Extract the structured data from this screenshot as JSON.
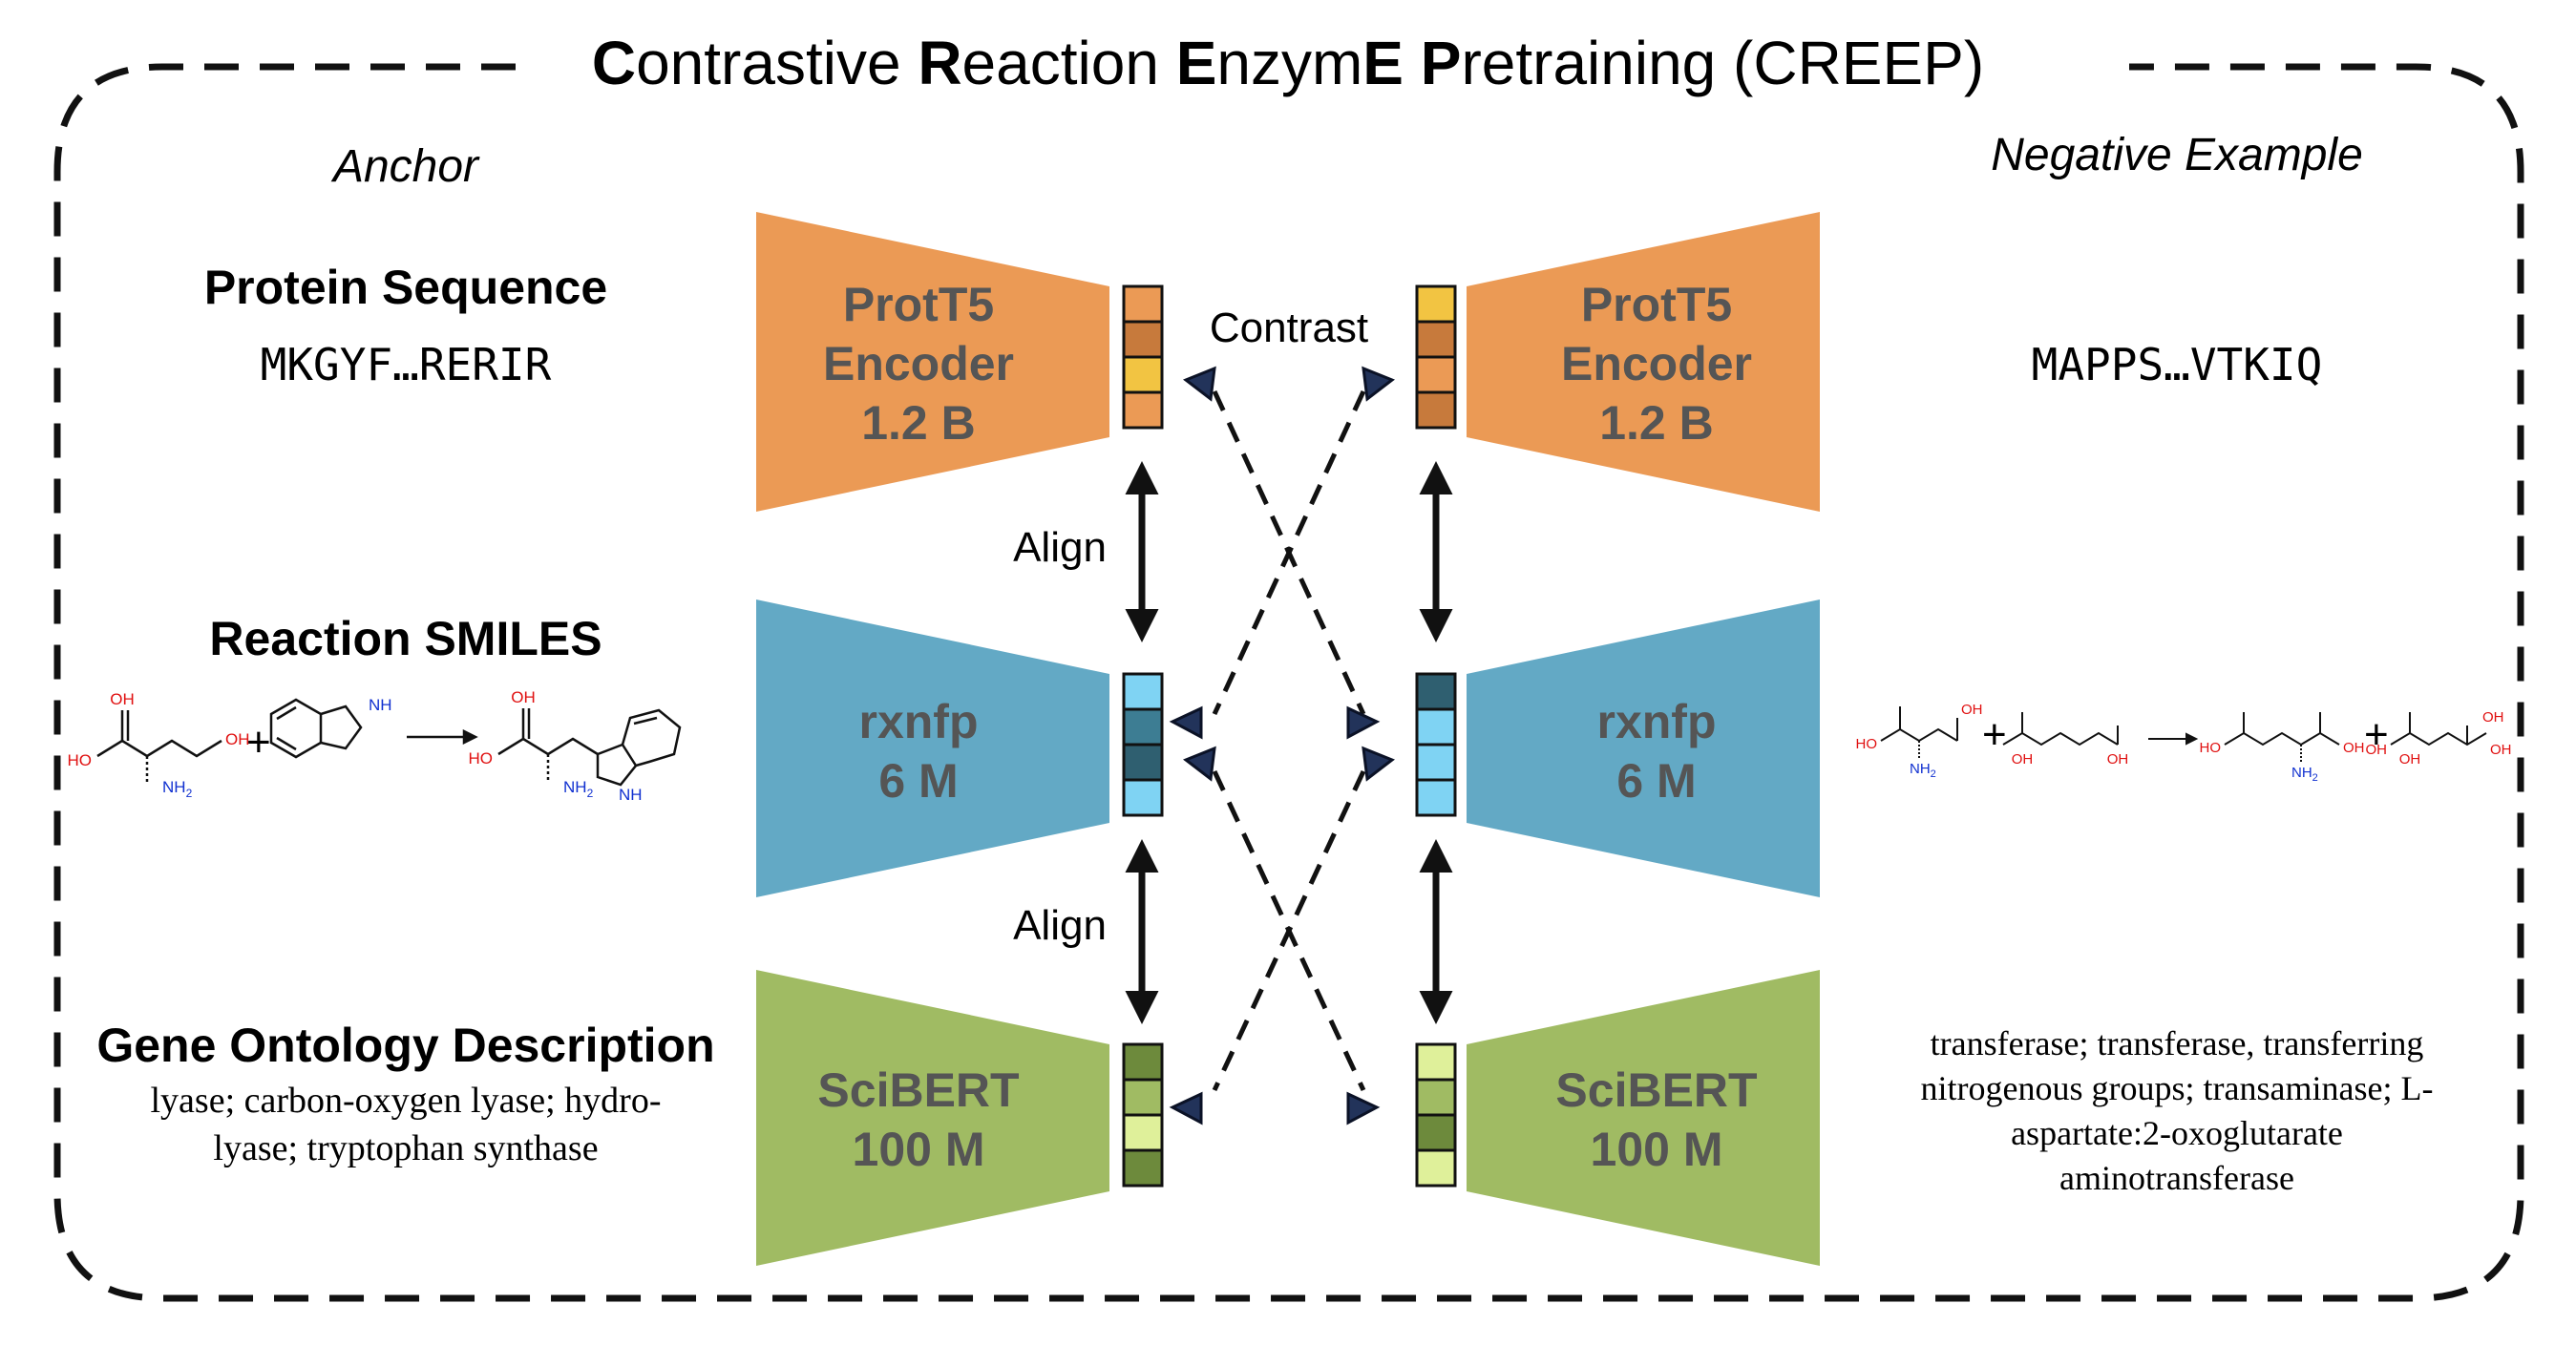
{
  "title": {
    "c1": "C",
    "r1": "ontrastive ",
    "c2": "R",
    "r2": "eaction ",
    "c3": "E",
    "r3": "nzym",
    "c4": "E",
    "r4": " ",
    "c5": "P",
    "r5": "retraining (CREEP)"
  },
  "anchor": {
    "label": "Anchor",
    "protein_title": "Protein Sequence",
    "protein_seq": "MKGYF…RERIR",
    "reaction_title": "Reaction SMILES",
    "go_title": "Gene Ontology Description",
    "go_line1": "lyase; carbon-oxygen lyase; hydro-",
    "go_line2": "lyase; tryptophan synthase"
  },
  "negative": {
    "label": "Negative Example",
    "protein_seq": "MAPPS…VTKIQ",
    "go_line1": "transferase; transferase, transferring",
    "go_line2": "nitrogenous groups; transaminase; L-",
    "go_line3": "aspartate:2-oxoglutarate",
    "go_line4": "aminotransferase"
  },
  "encoders": {
    "protein": {
      "line1": "ProtT5",
      "line2": "Encoder",
      "line3": "1.2 B",
      "color": "#eb9a55"
    },
    "reaction": {
      "line1": "rxnfp",
      "line2": "6 M",
      "color": "#63a9c5"
    },
    "text": {
      "line1": "SciBERT",
      "line2": "100 M",
      "color": "#a0bb63"
    }
  },
  "arrows": {
    "align_top": "Align",
    "align_bottom": "Align",
    "contrast": "Contrast"
  },
  "molecules": {
    "oh": "OH",
    "ho": "HO",
    "nh2": "NH",
    "sub2": "2",
    "nh": "NH",
    "plus": "+"
  },
  "colors": {
    "protein_cells_left": [
      "#eb9a55",
      "#c77a3c",
      "#f2c442",
      "#eb9a55"
    ],
    "protein_cells_right": [
      "#f2c442",
      "#c77a3c",
      "#eb9a55",
      "#c77a3c"
    ],
    "reaction_cells_left": [
      "#7fd3f3",
      "#3d7d93",
      "#2f5f70",
      "#7fd3f3"
    ],
    "reaction_cells_right": [
      "#2f5f70",
      "#7fd3f3",
      "#7fd3f3",
      "#7fd3f3"
    ],
    "text_cells_left": [
      "#6d8a3c",
      "#a0bb63",
      "#dff09a",
      "#6d8a3c"
    ],
    "text_cells_right": [
      "#dff09a",
      "#a0bb63",
      "#6d8a3c",
      "#dff09a"
    ]
  }
}
